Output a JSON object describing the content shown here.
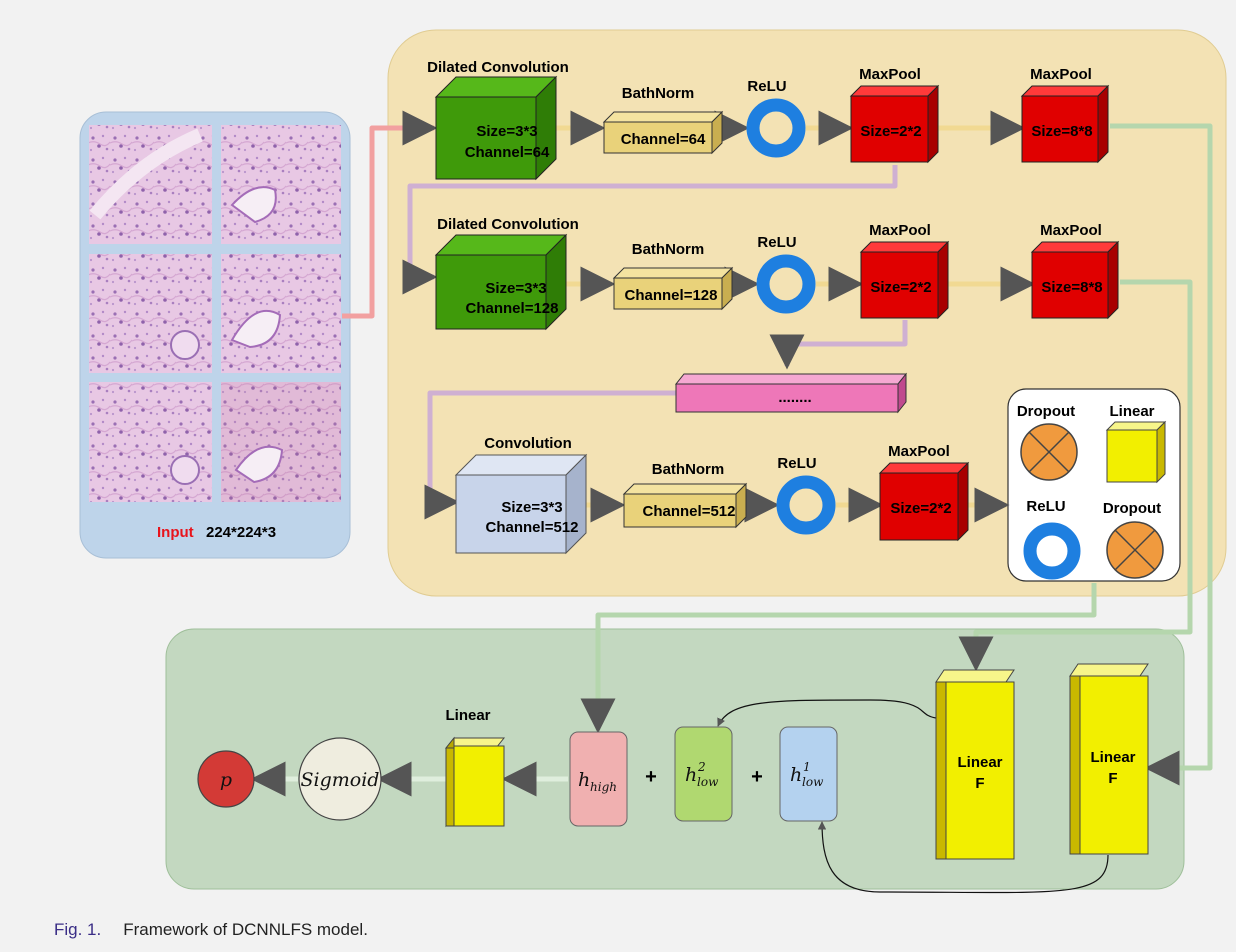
{
  "input": {
    "word": "Input",
    "dims": "224*224*3"
  },
  "row1": {
    "conv_title": "Dilated Convolution",
    "conv_size": "Size=3*3",
    "conv_channel": "Channel=64",
    "bn_title": "BathNorm",
    "bn_channel": "Channel=64",
    "relu": "ReLU",
    "pool1_title": "MaxPool",
    "pool1_size": "Size=2*2",
    "pool2_title": "MaxPool",
    "pool2_size": "Size=8*8"
  },
  "row2": {
    "conv_title": "Dilated Convolution",
    "conv_size": "Size=3*3",
    "conv_channel": "Channel=128",
    "bn_title": "BathNorm",
    "bn_channel": "Channel=128",
    "relu": "ReLU",
    "pool1_title": "MaxPool",
    "pool1_size": "Size=2*2",
    "pool2_title": "MaxPool",
    "pool2_size": "Size=8*8"
  },
  "ellipsis": "........",
  "row3": {
    "conv_title": "Convolution",
    "conv_size": "Size=3*3",
    "conv_channel": "Channel=512",
    "bn_title": "BathNorm",
    "bn_channel": "Channel=512",
    "relu": "ReLU",
    "pool_title": "MaxPool",
    "pool_size": "Size=2*2"
  },
  "head": {
    "dropout1": "Dropout",
    "linear": "Linear",
    "relu": "ReLU",
    "dropout2": "Dropout"
  },
  "bottom": {
    "p": "p",
    "sigmoid": "Sigmoid",
    "linear_title": "Linear",
    "h_high_main": "h",
    "h_high_sub": "high",
    "h_low2_main": "h",
    "h_low2_sup": "2",
    "h_low2_sub": "low",
    "h_low1_main": "h",
    "h_low1_sup": "1",
    "h_low1_sub": "low",
    "plus": "+",
    "linear_f1_a": "Linear",
    "linear_f1_b": "F",
    "linear_f2_a": "Linear",
    "linear_f2_b": "F"
  },
  "caption": {
    "fig": "Fig. 1.",
    "text": "Framework of DCNNLFS model."
  },
  "colors": {
    "conv": "#3f9a0a",
    "batchnorm": "#e9d27a",
    "relu": "#1e7fe0",
    "maxpool": "#e00000",
    "plain_conv": "#c8d4ea",
    "linear": "#f2ef00",
    "dropout": "#f09a3e",
    "ellipsis_bar": "#ee77b8"
  }
}
